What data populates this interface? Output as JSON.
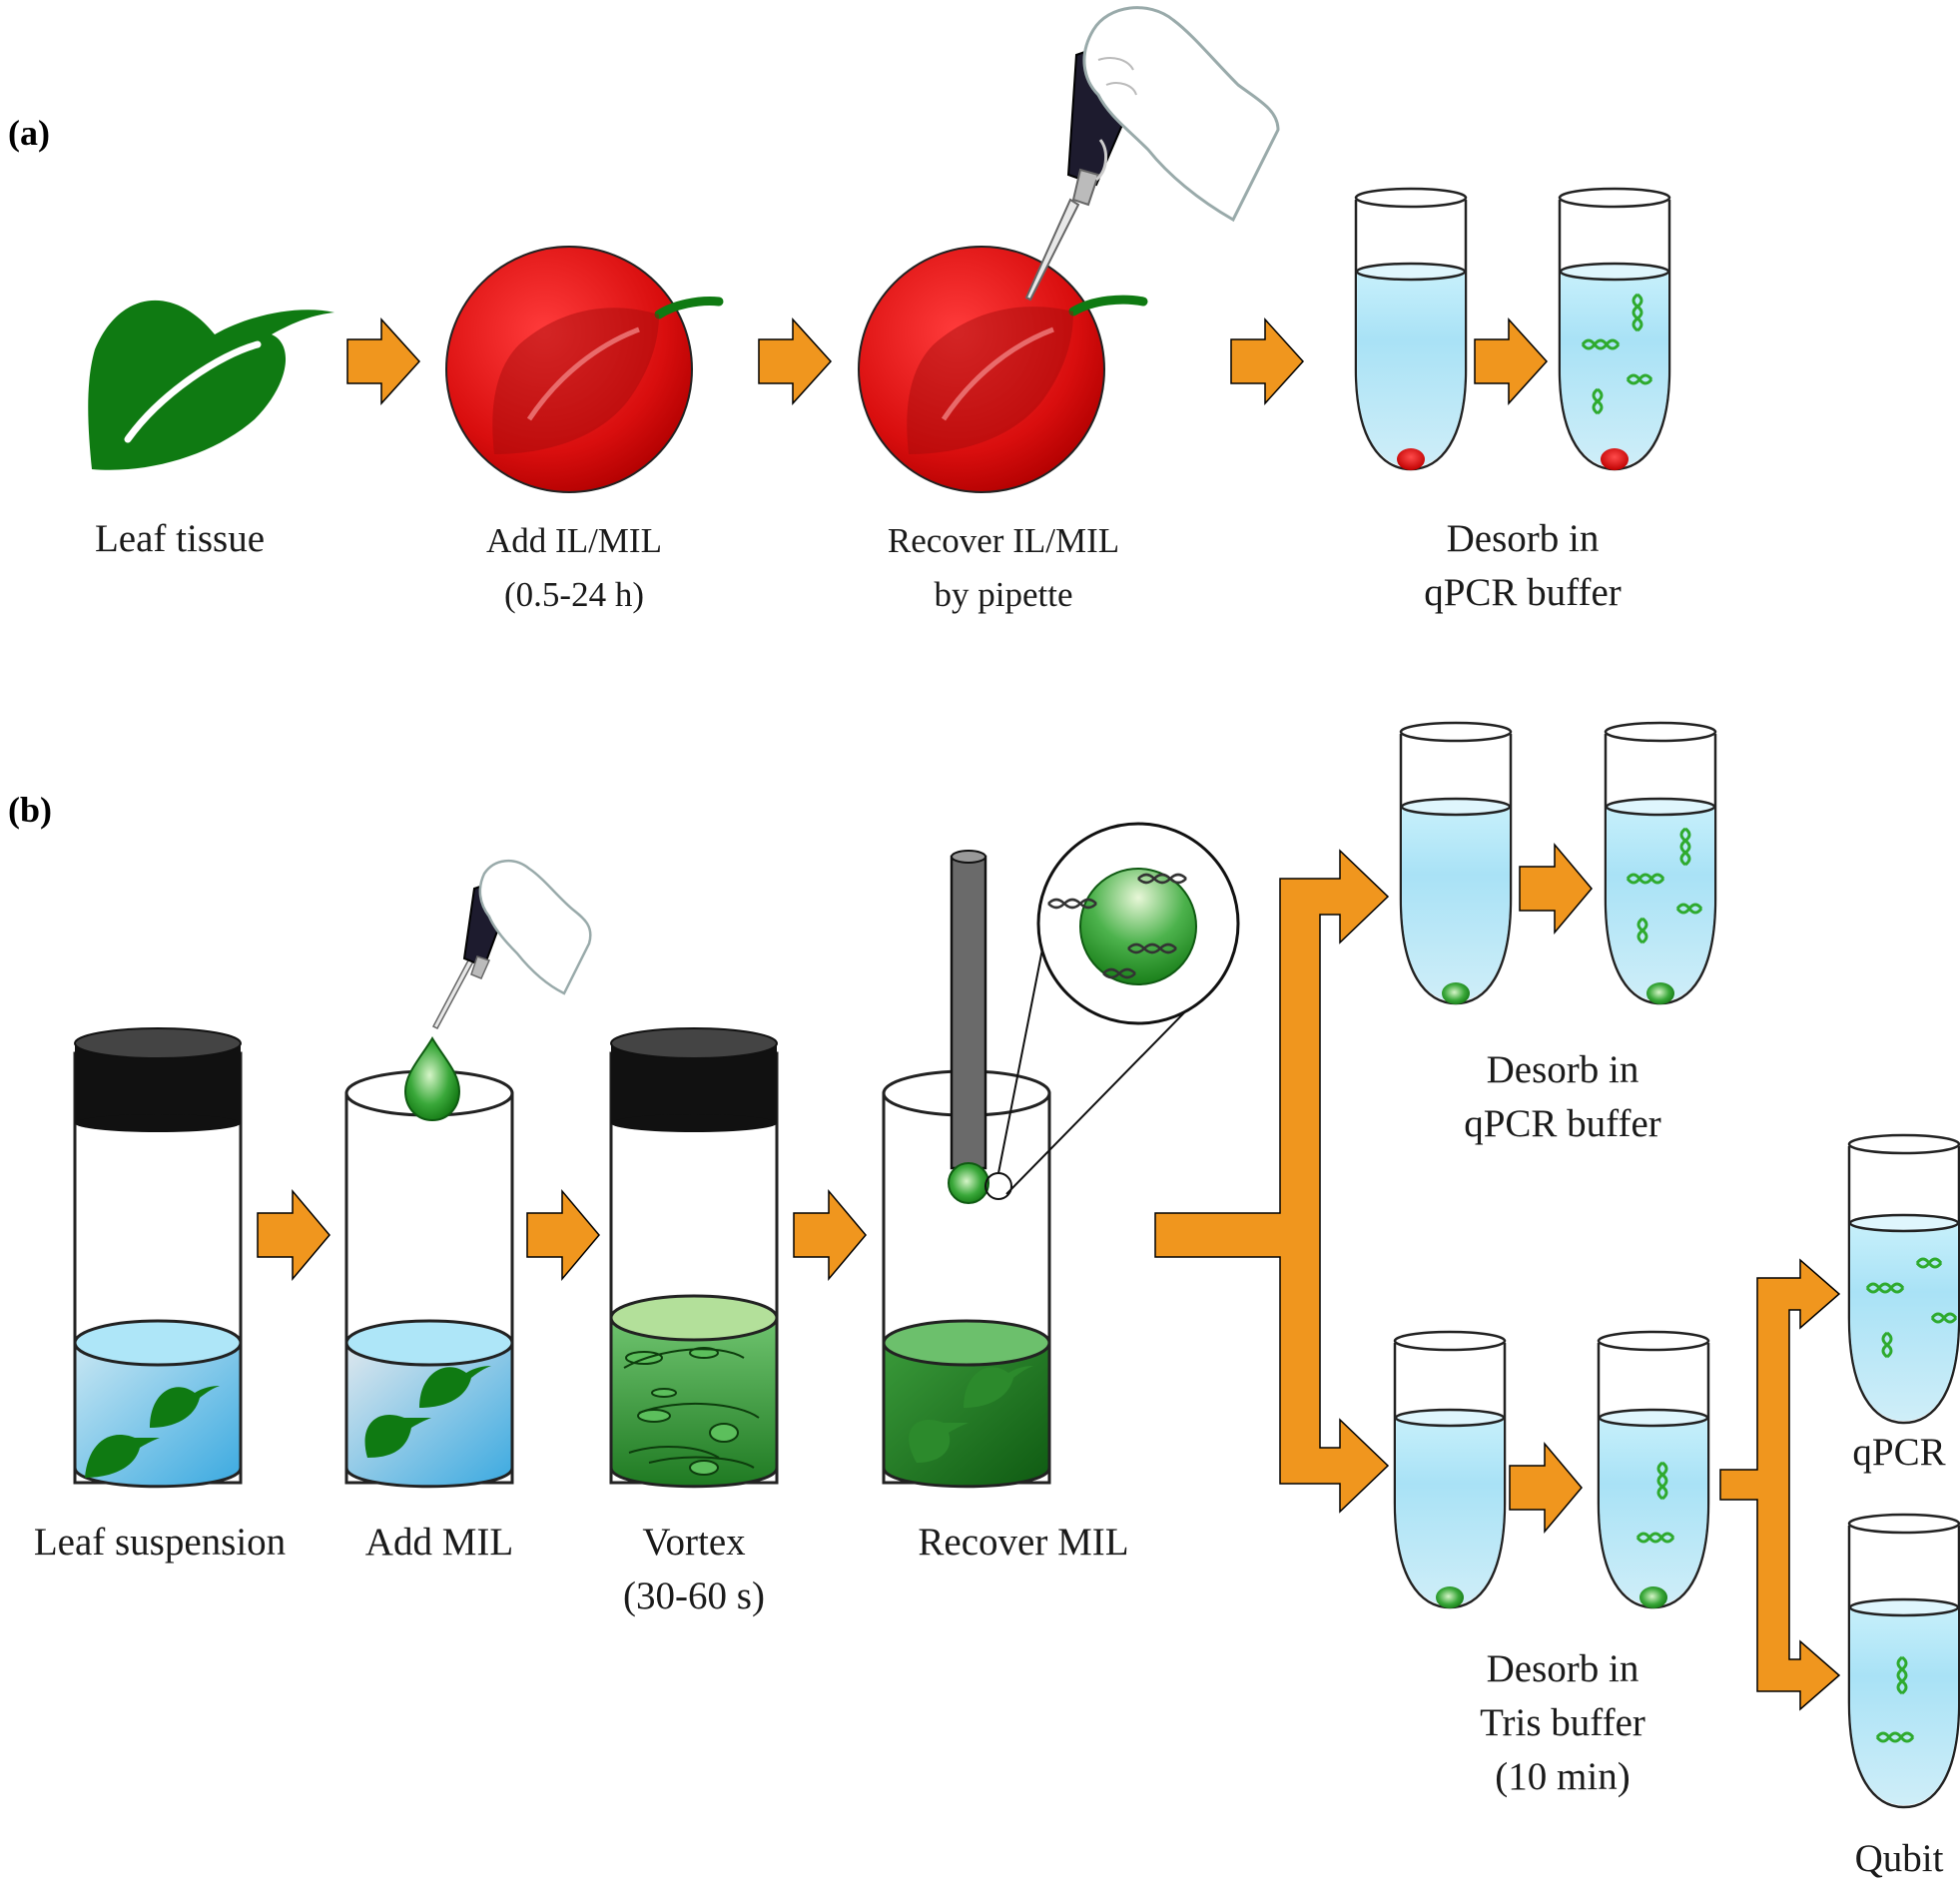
{
  "panel_a": {
    "letter": "(a)",
    "steps": [
      {
        "label_lines": [
          "Leaf tissue"
        ]
      },
      {
        "label_lines": [
          "Add IL/MIL",
          "(0.5-24 h)"
        ]
      },
      {
        "label_lines": [
          "Recover IL/MIL",
          "by pipette"
        ]
      },
      {
        "label_lines": [
          "Desorb in",
          "qPCR buffer"
        ]
      }
    ]
  },
  "panel_b": {
    "letter": "(b)",
    "steps": [
      {
        "label_lines": [
          "Leaf suspension"
        ]
      },
      {
        "label_lines": [
          "Add MIL"
        ]
      },
      {
        "label_lines": [
          "Vortex",
          "(30-60 s)"
        ]
      },
      {
        "label_lines": [
          "Recover MIL"
        ]
      }
    ],
    "branch_top": {
      "label_lines": [
        "Desorb in",
        "qPCR buffer"
      ]
    },
    "branch_bottom": {
      "label_lines": [
        "Desorb in",
        "Tris buffer",
        "(10 min)"
      ]
    },
    "outputs": [
      "qPCR",
      "Qubit"
    ]
  },
  "colors": {
    "arrow": "#f0961e",
    "leaf": "#0f7a12",
    "il_red": "#e01010",
    "buffer_blue": "#aee6f8",
    "mil_green": "#2da82d",
    "vial_cap": "#111111",
    "rod": "#6a6a6a"
  }
}
